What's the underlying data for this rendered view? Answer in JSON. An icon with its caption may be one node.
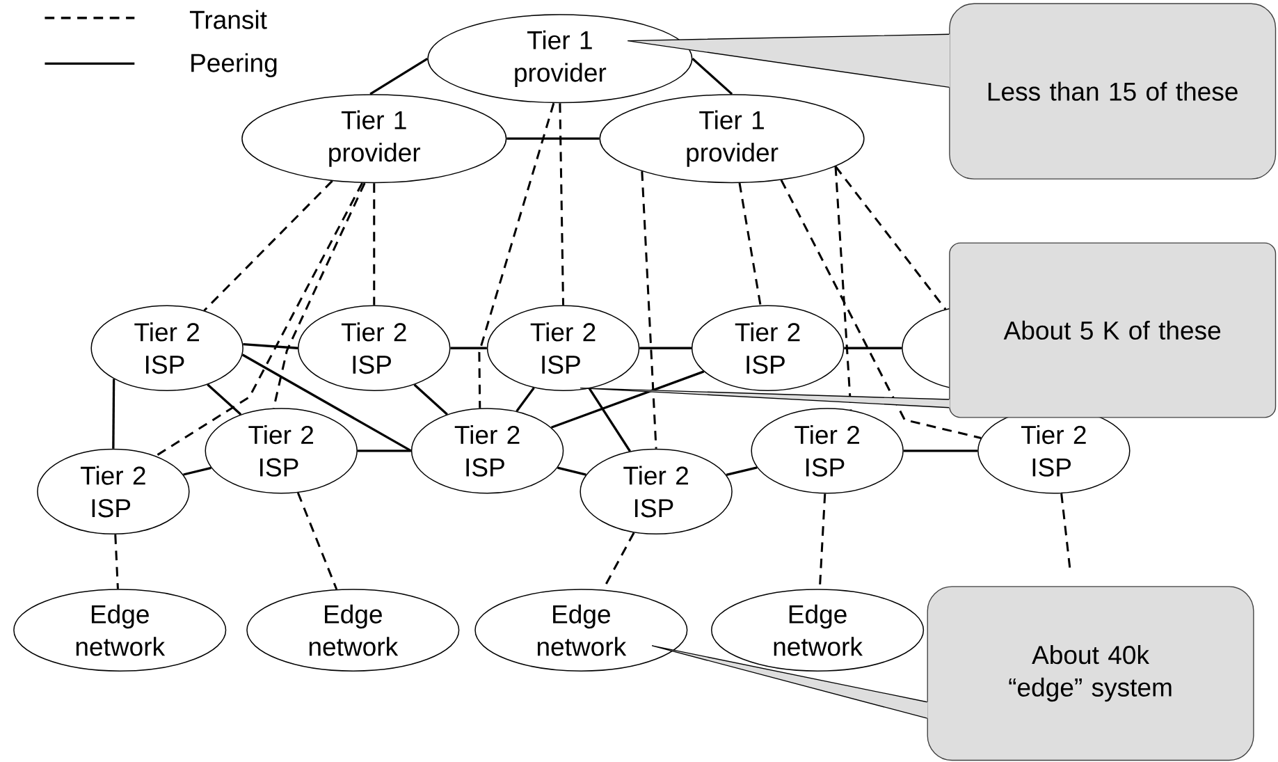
{
  "diagram": {
    "nodes": [
      {
        "text": [
          "Tier 1 provider"
        ]
      },
      {
        "text": [
          "Tier 1 provider"
        ]
      },
      {
        "text": [
          "Tier 1 provider"
        ]
      },
      {
        "text": [
          "Tier 2 ISP"
        ]
      },
      {
        "text": [
          "Tier 2 ISP"
        ]
      },
      {
        "text": [
          "Tier 2 ISP"
        ]
      },
      {
        "text": [
          "Tier 2 ISP"
        ]
      },
      {
        "text": [],
        "shape": "ellipse"
      },
      {
        "text": [
          "Tier 2 ISP"
        ]
      },
      {
        "text": [
          "Tier 2 ISP"
        ]
      },
      {
        "text": [
          "Tier 2 ISP"
        ]
      },
      {
        "text": [
          "Tier 2 ISP"
        ]
      },
      {
        "text": [
          "Tier 2 ISP"
        ]
      },
      {
        "text": [
          "Tier 2 ISP"
        ]
      },
      {
        "text": [
          "Edge network"
        ]
      },
      {
        "text": [
          "Edge network"
        ]
      },
      {
        "text": [
          "Edge network"
        ]
      },
      {
        "text": [
          "Edge network"
        ]
      },
      {
        "text": [
          "Less than 15 of these"
        ]
      },
      {
        "text": [
          "About 5 K of these"
        ]
      },
      {
        "text": [
          "About 40k “edge” system"
        ]
      }
    ],
    "edges": [
      {
        "from": 0,
        "to": 1,
        "arrow": "none"
      },
      {
        "from": 0,
        "to": 2,
        "arrow": "none"
      },
      {
        "from": 1,
        "to": 2,
        "arrow": "none"
      },
      {
        "from": 3,
        "to": 4,
        "arrow": "none"
      },
      {
        "from": 4,
        "to": 5,
        "arrow": "none"
      },
      {
        "from": 5,
        "to": 6,
        "arrow": "none"
      },
      {
        "from": 6,
        "to": 7,
        "arrow": "none"
      },
      {
        "from": 3,
        "to": 12,
        "arrow": "none"
      },
      {
        "from": 3,
        "to": 8,
        "arrow": "none"
      },
      {
        "from": 3,
        "to": 9,
        "arrow": "none"
      },
      {
        "from": 8,
        "to": 12,
        "arrow": "none"
      },
      {
        "from": 8,
        "to": 9,
        "arrow": "none"
      },
      {
        "from": 4,
        "to": 9,
        "arrow": "none"
      },
      {
        "from": 5,
        "to": 9,
        "arrow": "none"
      },
      {
        "from": 5,
        "to": 13,
        "arrow": "none"
      },
      {
        "from": 9,
        "to": 6,
        "arrow": "none"
      },
      {
        "from": 9,
        "to": 13,
        "arrow": "none"
      },
      {
        "from": 13,
        "to": 10,
        "arrow": "none"
      },
      {
        "from": 10,
        "to": 11,
        "arrow": "none"
      },
      {
        "from": 1,
        "to": 3,
        "arrow": "none",
        "style": "dashed"
      },
      {
        "from": 1,
        "to": 12,
        "arrow": "none",
        "style": "dashed"
      },
      {
        "from": 1,
        "to": 8,
        "arrow": "none",
        "style": "dashed"
      },
      {
        "from": 1,
        "to": 4,
        "arrow": "none",
        "style": "dashed"
      },
      {
        "from": 0,
        "to": 9,
        "arrow": "none",
        "style": "dashed"
      },
      {
        "from": 0,
        "to": 5,
        "arrow": "none",
        "style": "dashed"
      },
      {
        "from": 2,
        "to": 13,
        "arrow": "none",
        "style": "dashed"
      },
      {
        "from": 2,
        "to": 6,
        "arrow": "none",
        "style": "dashed"
      },
      {
        "from": 2,
        "to": 11,
        "arrow": "none",
        "style": "dashed"
      },
      {
        "from": 2,
        "to": 10,
        "arrow": "none",
        "style": "dashed"
      },
      {
        "from": 2,
        "to": 7,
        "arrow": "none",
        "style": "dashed"
      },
      {
        "from": 12,
        "to": 14,
        "arrow": "none",
        "style": "dashed"
      },
      {
        "from": 8,
        "to": 15,
        "arrow": "none",
        "style": "dashed"
      },
      {
        "from": 13,
        "to": 16,
        "arrow": "none",
        "style": "dashed"
      },
      {
        "from": 10,
        "to": 17,
        "arrow": "none",
        "style": "dashed"
      },
      {
        "from": 11,
        "to": null,
        "arrow": "none",
        "style": "dashed"
      },
      {
        "from": 18,
        "to": 0,
        "arrow": "none"
      },
      {
        "from": 19,
        "to": 5,
        "arrow": "none"
      },
      {
        "from": 20,
        "to": 16,
        "arrow": "none"
      }
    ],
    "legend": [
      {
        "text": "Transit"
      },
      {
        "text": "Peering"
      }
    ]
  }
}
